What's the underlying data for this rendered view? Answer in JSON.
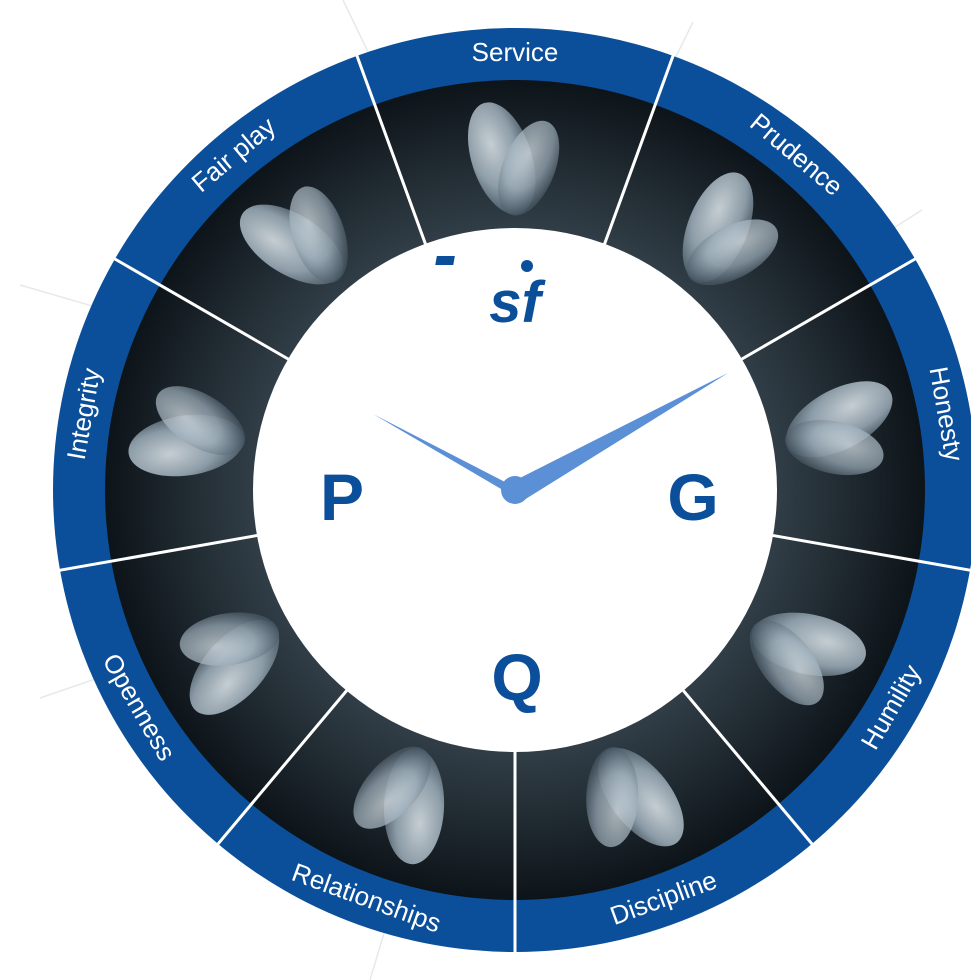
{
  "values": [
    {
      "label": "Service"
    },
    {
      "label": "Prudence"
    },
    {
      "label": "Honesty"
    },
    {
      "label": "Humility"
    },
    {
      "label": "Discipline"
    },
    {
      "label": "Relationships"
    },
    {
      "label": "Openness"
    },
    {
      "label": "Integrity"
    },
    {
      "label": "Fair play"
    }
  ],
  "center": {
    "logo": "sf",
    "letter_left": "P",
    "letter_right": "G",
    "letter_bottom": "Q"
  },
  "colors": {
    "ring": "#0b4f9a",
    "divider": "#ffffff",
    "photo_dark": "#0d1419",
    "photo_light": "#8a9aa6",
    "clock_face": "#ffffff",
    "clock_hands": "#5b8fd6",
    "letters": "#0b4f9a"
  },
  "icons": [
    "hands-photo",
    "clock-hand",
    "sf-logo"
  ]
}
